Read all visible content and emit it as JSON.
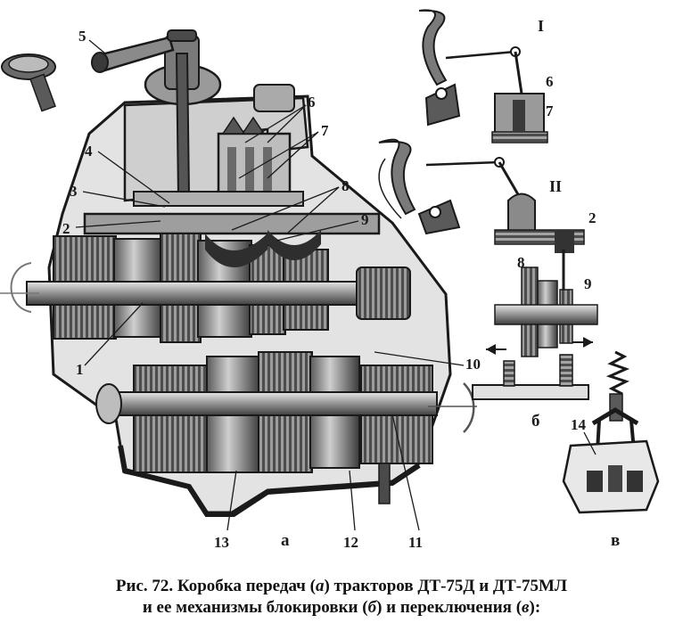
{
  "figure": {
    "part_labels": {
      "n1": "1",
      "n2": "2",
      "n3": "3",
      "n4": "4",
      "n5": "5",
      "n6": "6",
      "n7": "7",
      "n8": "8",
      "n9": "9",
      "n10": "10",
      "n11": "11",
      "n12": "12",
      "n13": "13"
    },
    "section_labels": {
      "a": "а",
      "b": "б",
      "v": "в"
    },
    "inset_b_labels": {
      "roman_1": "I",
      "roman_2": "II",
      "n6": "6",
      "n7": "7",
      "n2": "2",
      "n8": "8",
      "n9": "9"
    },
    "inset_v_labels": {
      "n14": "14"
    }
  },
  "caption": {
    "line1_prefix": "Рис. 72.  Коробка передач (",
    "line1_a": "а",
    "line1_suffix": ") тракторов ДТ-75Д и ДТ-75МЛ",
    "line2_prefix": "и ее механизмы блокировки (",
    "line2_b": "б",
    "line2_mid": ") и переключения (",
    "line2_v": "в",
    "line2_suffix": "):"
  },
  "colors": {
    "ink": "#1a1a1a",
    "metal_light": "#b8b8b8",
    "metal_mid": "#8a8a8a",
    "metal_dark": "#4a4a4a"
  }
}
